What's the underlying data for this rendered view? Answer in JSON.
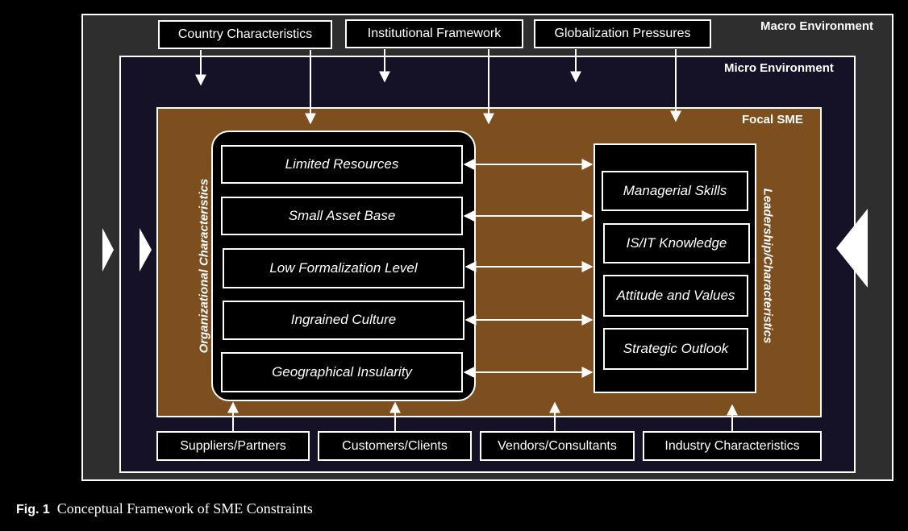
{
  "environments": {
    "macro": "Macro Environment",
    "micro": "Micro Environment",
    "focal": "Focal SME"
  },
  "top_factors": [
    "Country Characteristics",
    "Institutional Framework",
    "Globalization Pressures"
  ],
  "bottom_factors": [
    "Suppliers/Partners",
    "Customers/Clients",
    "Vendors/Consultants",
    "Industry Characteristics"
  ],
  "organizational": {
    "label": "Organizational Characteristics",
    "items": [
      "Limited Resources",
      "Small Asset Base",
      "Low Formalization Level",
      "Ingrained Culture",
      "Geographical Insularity"
    ]
  },
  "leadership": {
    "label": "Leadership/Characteristics",
    "items": [
      "Managerial Skills",
      "IS/IT Knowledge",
      "Attitude and Values",
      "Strategic Outlook"
    ]
  },
  "caption": {
    "fig": "Fig. 1",
    "text": "Conceptual Framework of SME Constraints"
  },
  "colors": {
    "macro_bg": "#2e2e2e",
    "micro_bg": "#151127",
    "focal_bg": "#7d4f1e",
    "box_bg": "#000000",
    "line": "#ffffff"
  }
}
